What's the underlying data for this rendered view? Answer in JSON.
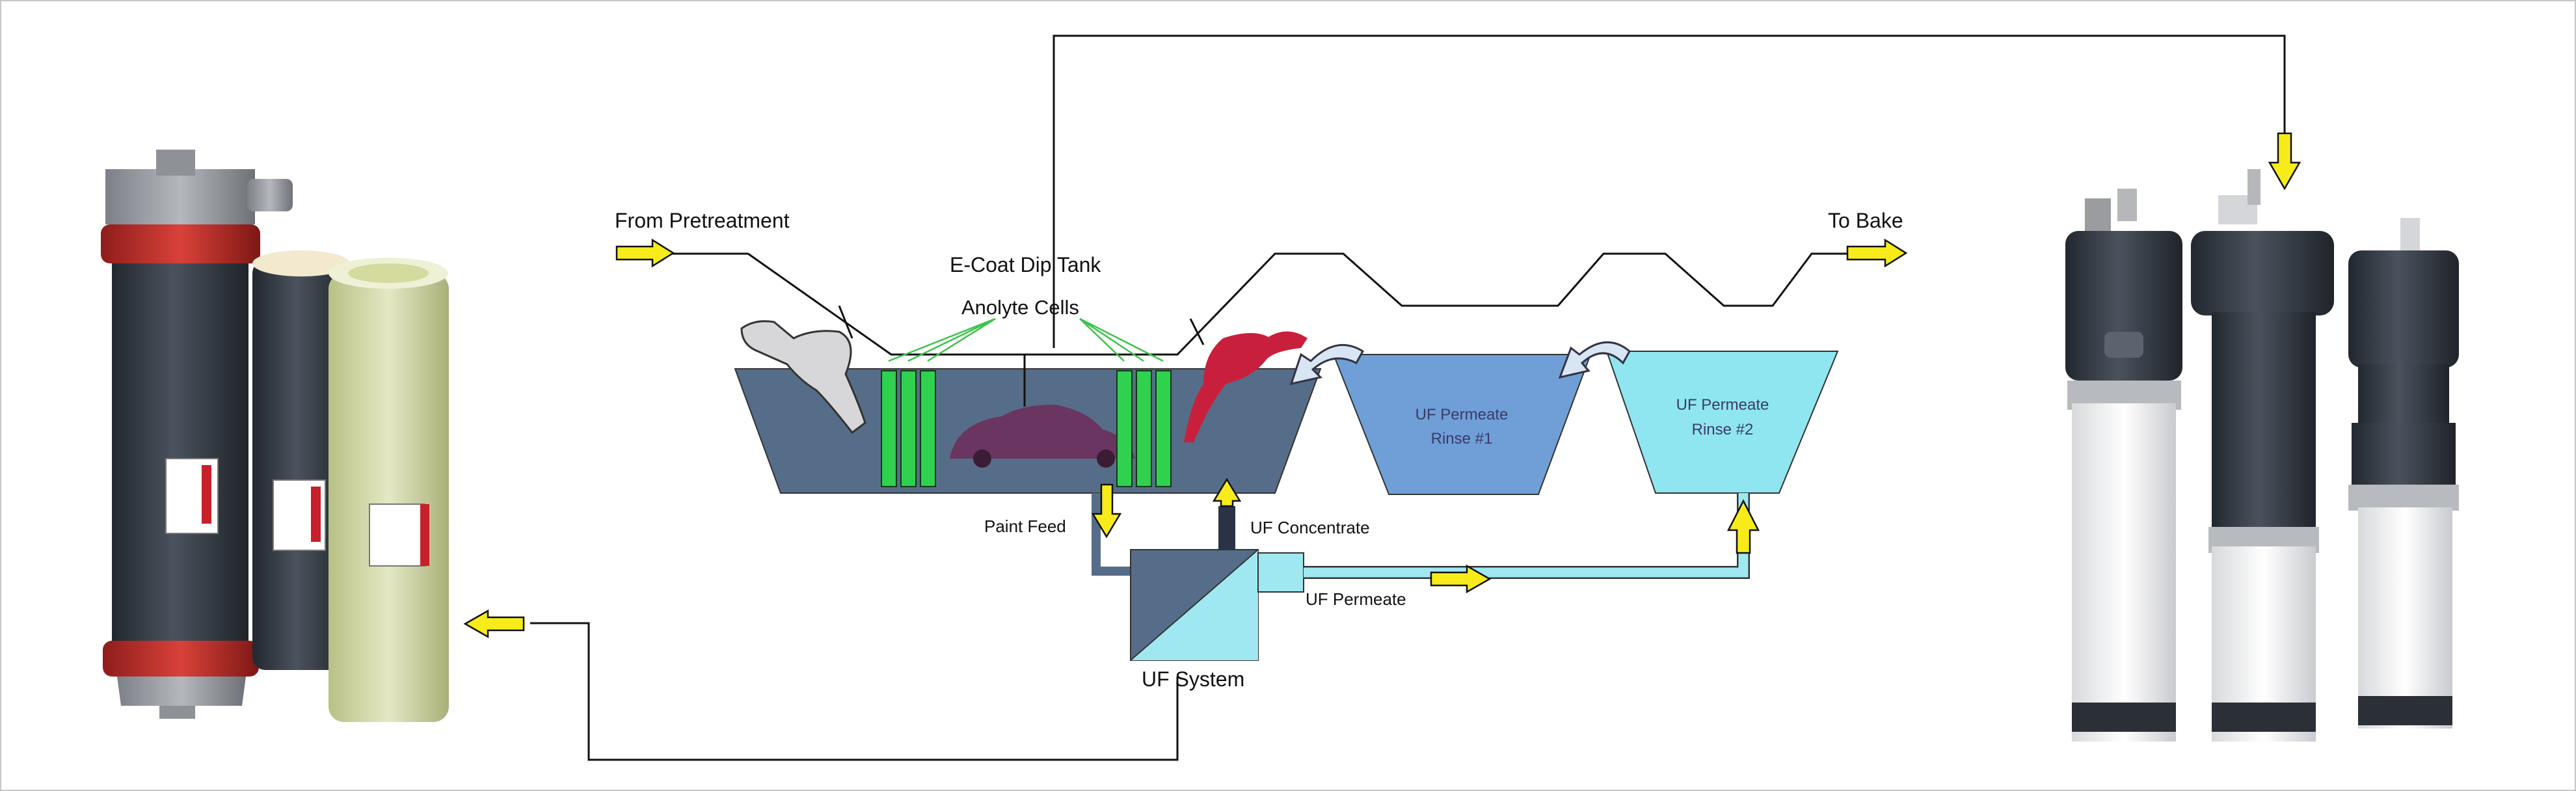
{
  "labels": {
    "from_pretreatment": "From Pretreatment",
    "to_bake": "To Bake",
    "dip_tank": "E-Coat Dip Tank",
    "anolyte_cells": "Anolyte Cells",
    "rinse1_line1": "UF Permeate",
    "rinse1_line2": "Rinse #1",
    "rinse2_line1": "UF Permeate",
    "rinse2_line2": "Rinse #2",
    "paint_feed": "Paint Feed",
    "uf_concentrate": "UF Concentrate",
    "uf_permeate": "UF Permeate",
    "uf_system": "UF System"
  },
  "colors": {
    "dip_tank": "#566d89",
    "rinse1": "#6f9fd6",
    "rinse2": "#8fe6f0",
    "anolyte_cell": "#2fd14f",
    "anolyte_line": "#3cc24a",
    "flow_arrow": "#f7ec1a",
    "flow_arrow_outline": "#111111",
    "car_body": "#6a3560",
    "car_red": "#c8203c",
    "uf_housing": "#566d89",
    "uf_permeate_pipe": "#9fe8f2",
    "module_gray": "#3e4652",
    "module_red_clamp": "#c9302c",
    "membrane_green": "#dfe5b8",
    "membrane_white": "#f6f6f6"
  }
}
